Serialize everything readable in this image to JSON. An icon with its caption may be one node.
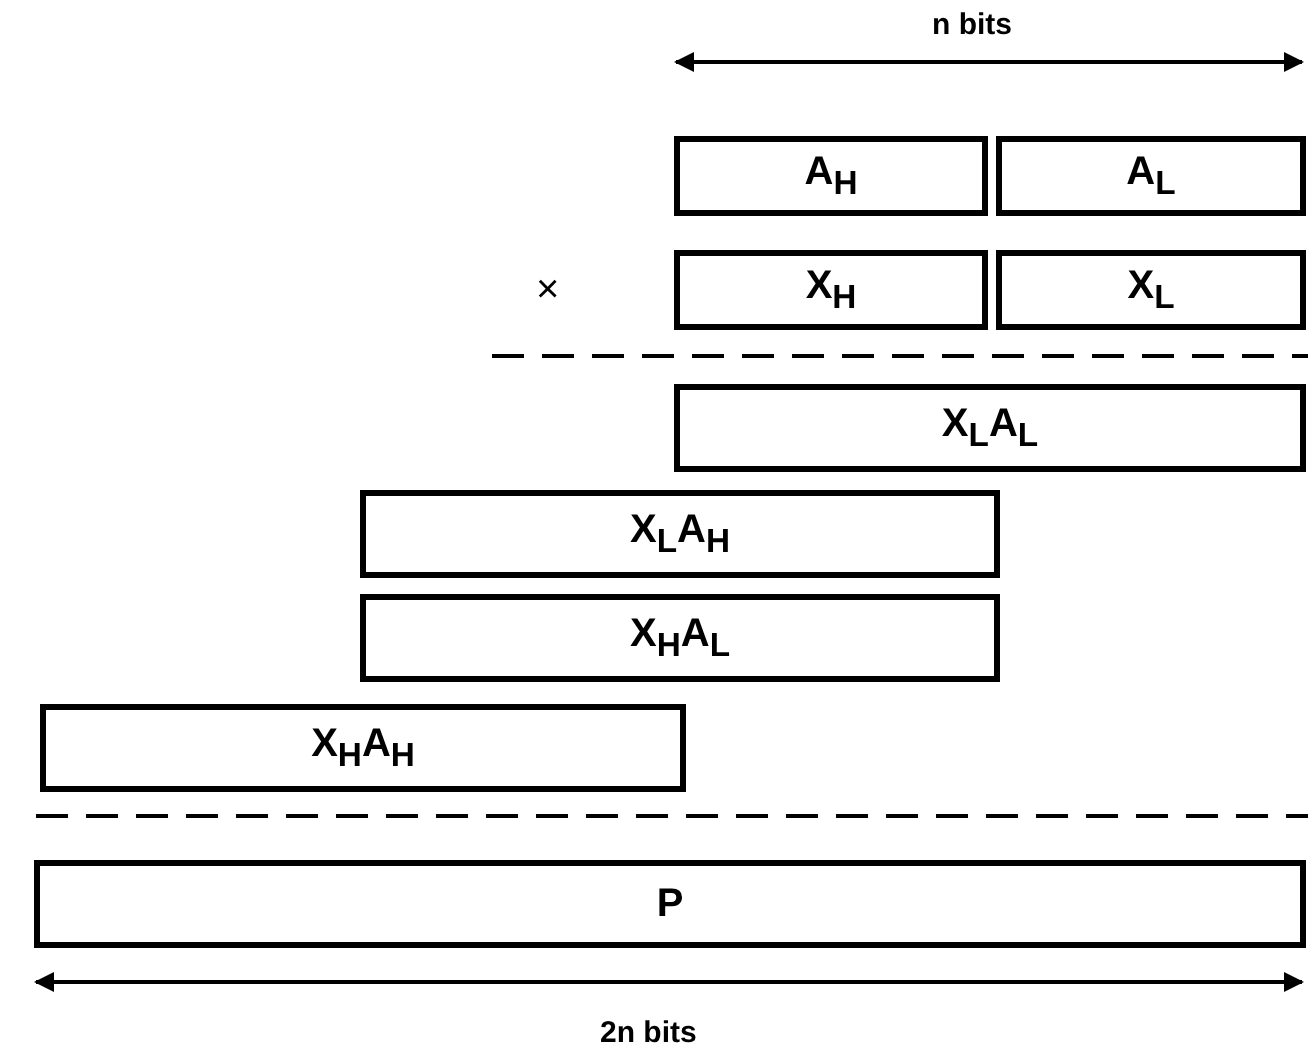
{
  "diagram": {
    "nodes": [
      {
        "text": [
          "A$_{H}$"
        ]
      },
      {
        "text": [
          "A$_{L}$"
        ]
      },
      {
        "text": [
          "X$_{H}$"
        ]
      },
      {
        "text": [
          "X$_{L}$"
        ]
      },
      {
        "text": [
          "X$_{L}$A$_{L}$"
        ]
      },
      {
        "text": [
          "X$_{L}$A$_{H}$"
        ]
      },
      {
        "text": [
          "X$_{H}$A$_{L}$"
        ]
      },
      {
        "text": [
          "X$_{H}$A$_{H}$"
        ]
      },
      {
        "text": [
          "P"
        ]
      }
    ],
    "edges": [],
    "labels": [
      "n bits",
      "×",
      "2n bits"
    ]
  }
}
